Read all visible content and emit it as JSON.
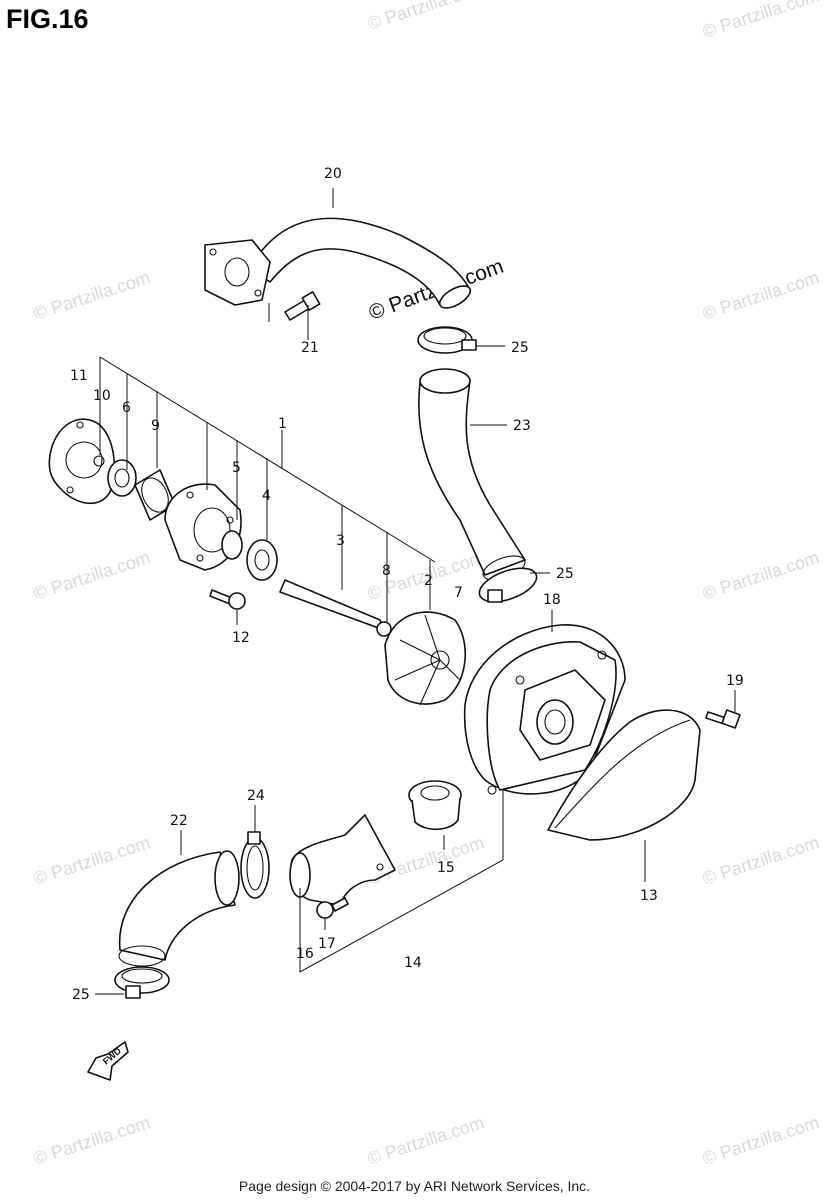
{
  "figure": {
    "title": "FIG.16"
  },
  "watermark": {
    "main": "© Partzilla.com",
    "tile": "© Partzilla.com"
  },
  "fwd_label": "FWD",
  "footer": {
    "text": "Page design © 2004-2017 by ARI Network Services, Inc."
  },
  "callouts": {
    "c1": "1",
    "c2": "2",
    "c3": "3",
    "c4": "4",
    "c5": "5",
    "c6": "6",
    "c7": "7",
    "c8": "8",
    "c9": "9",
    "c10": "10",
    "c11": "11",
    "c12": "12",
    "c13": "13",
    "c14": "14",
    "c15": "15",
    "c16": "16",
    "c17": "17",
    "c18": "18",
    "c19": "19",
    "c20": "20",
    "c21": "21",
    "c22": "22",
    "c23": "23",
    "c24": "24",
    "c25a": "25",
    "c25b": "25",
    "c25c": "25"
  }
}
